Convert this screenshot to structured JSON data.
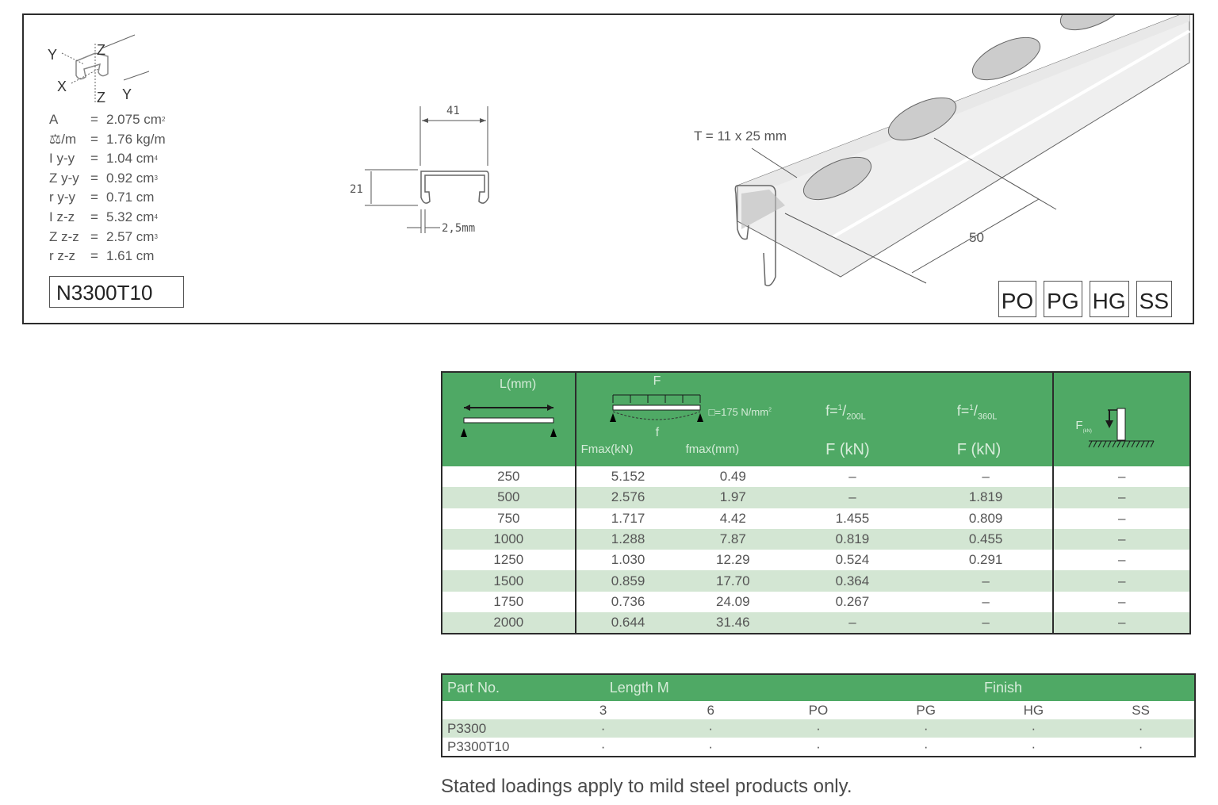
{
  "profile": {
    "axes": {
      "y_left": "Y",
      "z_top": "Z",
      "x": "X",
      "z_bottom": "Z",
      "y_right": "Y"
    },
    "properties": [
      {
        "key": "A",
        "value": "2.075 cm",
        "sup": "2"
      },
      {
        "key": "/m",
        "icon": "weight-icon",
        "value": "1.76 kg/m",
        "sup": ""
      },
      {
        "key": "I y-y",
        "value": "1.04 cm",
        "sup": "4"
      },
      {
        "key": "Z y-y",
        "value": "0.92 cm",
        "sup": "3"
      },
      {
        "key": "r y-y",
        "value": "0.71 cm",
        "sup": ""
      },
      {
        "key": "I z-z",
        "value": "5.32 cm",
        "sup": "4"
      },
      {
        "key": "Z z-z",
        "value": "2.57 cm",
        "sup": "3"
      },
      {
        "key": "r z-z",
        "value": "1.61 cm",
        "sup": ""
      }
    ],
    "eq": "=",
    "product_code": "N3300T10"
  },
  "section_drawing": {
    "width": "41",
    "height": "21",
    "thickness": "2,5mm"
  },
  "iso_drawing": {
    "slot_label": "T = 11 x 25 mm",
    "pitch": "50"
  },
  "finishes": [
    "PO",
    "PG",
    "HG",
    "SS"
  ],
  "load_table": {
    "header": {
      "span_label": "L(mm)",
      "force_label": "F",
      "stress_label": "=175 N/mm",
      "stress_sup": "2",
      "deflection_label": "f",
      "fmax_label": "Fmax(kN)",
      "fmax_mm_label": "fmax(mm)",
      "ratio200": {
        "prefix": "f=",
        "num": "1",
        "den": "200L",
        "unit": "F (kN)"
      },
      "ratio360": {
        "prefix": "f=",
        "num": "1",
        "den": "360L",
        "unit": "F (kN)"
      },
      "column_label": "F",
      "column_sub": "(kN)"
    },
    "rows": [
      [
        "250",
        "5.152",
        "0.49",
        "–",
        "–",
        "–"
      ],
      [
        "500",
        "2.576",
        "1.97",
        "–",
        "1.819",
        "–"
      ],
      [
        "750",
        "1.717",
        "4.42",
        "1.455",
        "0.809",
        "–"
      ],
      [
        "1000",
        "1.288",
        "7.87",
        "0.819",
        "0.455",
        "–"
      ],
      [
        "1250",
        "1.030",
        "12.29",
        "0.524",
        "0.291",
        "–"
      ],
      [
        "1500",
        "0.859",
        "17.70",
        "0.364",
        "–",
        "–"
      ],
      [
        "1750",
        "0.736",
        "24.09",
        "0.267",
        "–",
        "–"
      ],
      [
        "2000",
        "0.644",
        "31.46",
        "–",
        "–",
        "–"
      ]
    ]
  },
  "part_table": {
    "header": {
      "part_no": "Part No.",
      "length": "Length M",
      "finish": "Finish"
    },
    "subheader": [
      "",
      "3",
      "6",
      "PO",
      "PG",
      "HG",
      "SS"
    ],
    "rows": [
      [
        "P3300",
        "·",
        "·",
        "·",
        "·",
        "·",
        "·"
      ],
      [
        "P3300T10",
        "·",
        "·",
        "·",
        "·",
        "·",
        "·"
      ]
    ]
  },
  "footnote": "Stated loadings apply to mild steel products only."
}
